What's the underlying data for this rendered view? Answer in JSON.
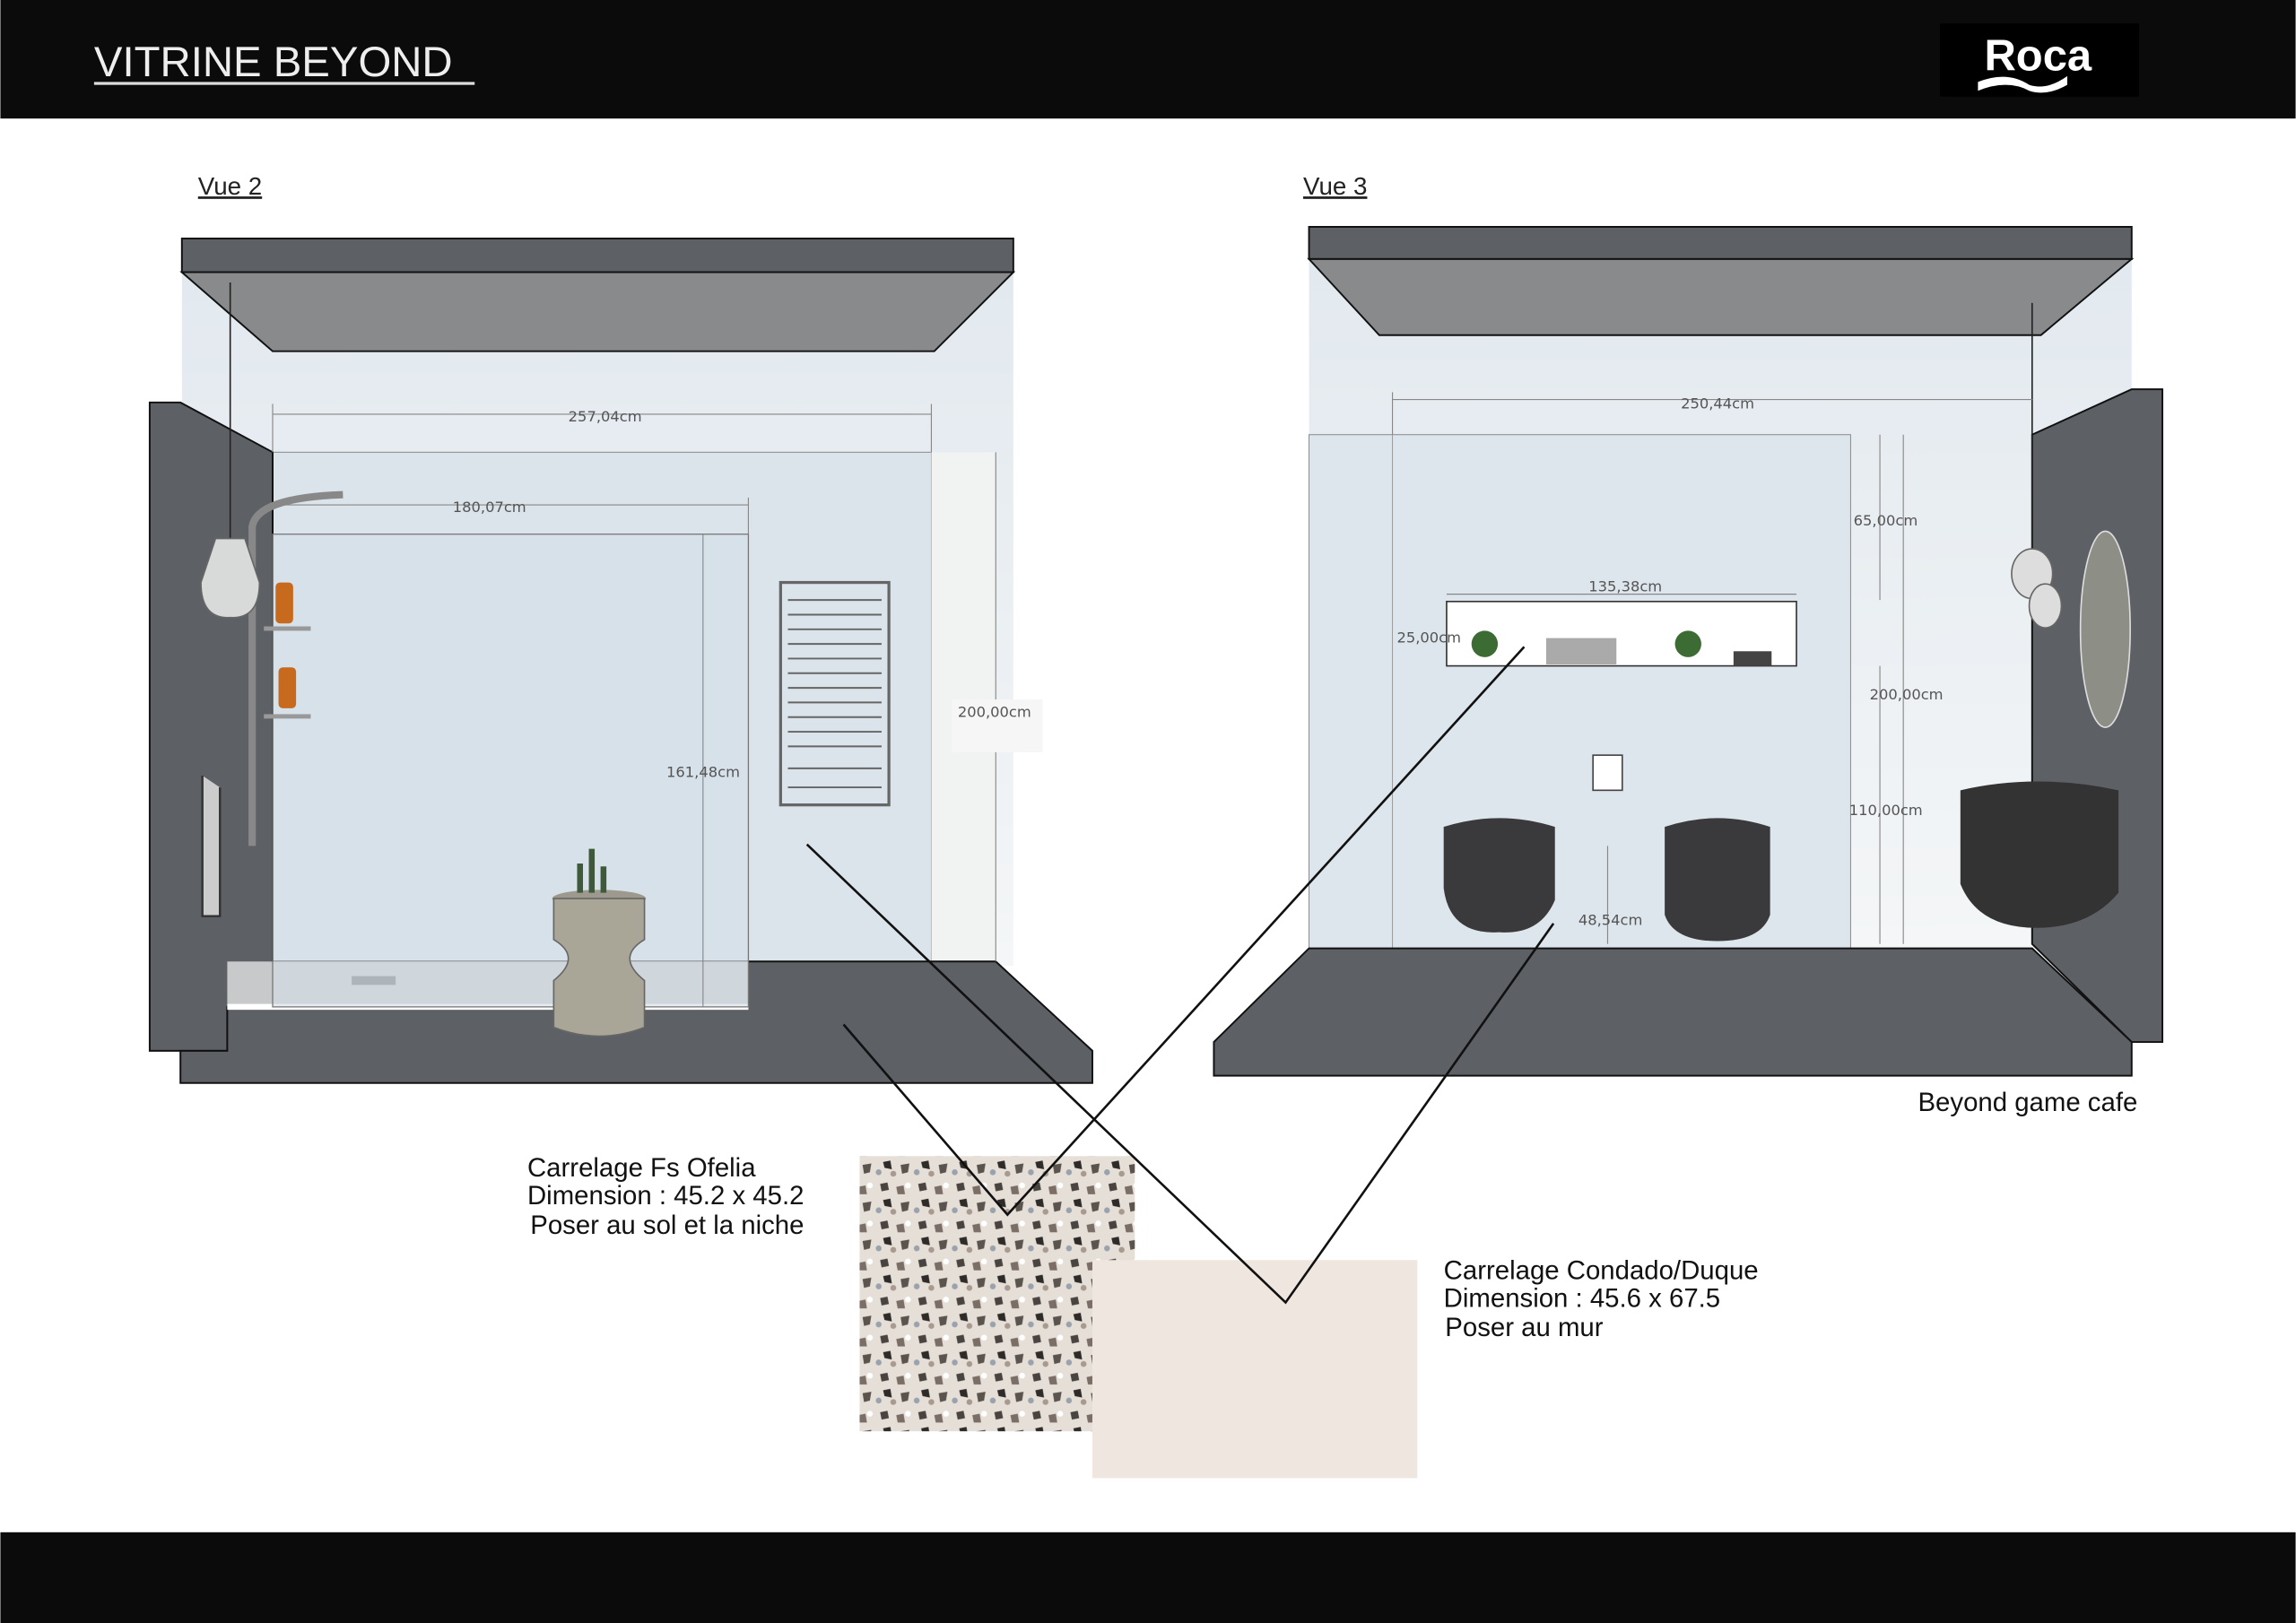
{
  "header": {
    "title": "VITRINE BEYOND",
    "logo_text": "Roca"
  },
  "vue2": {
    "title": "Vue 2",
    "dims": {
      "width_total": "257,04cm",
      "glass_width": "180,07cm",
      "height_total": "200,00cm",
      "glass_height": "161,48cm"
    }
  },
  "vue3": {
    "title": "Vue 3",
    "dims": {
      "width_total": "250,44cm",
      "niche_width": "135,38cm",
      "niche_height": "25,00cm",
      "top_gap": "65,00cm",
      "height_total": "200,00cm",
      "basin_height": "110,00cm",
      "wc_height": "48,54cm"
    },
    "caption": "Beyond game cafe"
  },
  "tiles": [
    {
      "name": "Carrelage Fs Ofelia",
      "dimension": "Dimension : 45.2 x 45.2",
      "usage": "Poser au sol et la niche"
    },
    {
      "name": "Carrelage Condado/Duque",
      "dimension": "Dimension : 45.6 x 67.5",
      "usage": "Poser au mur"
    }
  ],
  "colors": {
    "bar": "#0b0b0b",
    "wall_dark": "#5d6166",
    "ceiling": "#888a8c",
    "wall_blue": "#dde6ec"
  }
}
